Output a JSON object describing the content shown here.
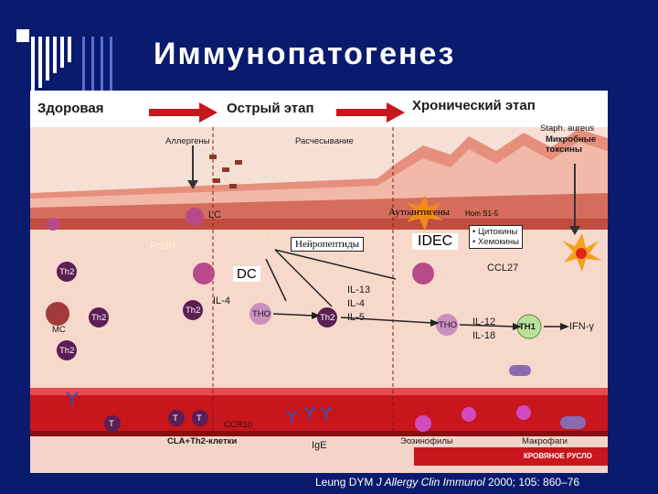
{
  "slide": {
    "title": "Иммунопатогенез",
    "citation_authors": "Leung DYM",
    "citation_journal": "J Allergy Clin Immunol",
    "citation_ref": "2000; 105: 860–76"
  },
  "stages": {
    "healthy": "Здоровая",
    "acute": "Острый этап",
    "chronic": "Хронический этап"
  },
  "labels": {
    "allergens": "Аллергены",
    "scratching": "Расчесывание",
    "staph": "Staph. aureus",
    "microbial_toxins_1": "Микробные",
    "microbial_toxins_2": "токсины",
    "lc": "LC",
    "slp": "SLP",
    "fceri": "FcεRI",
    "autoantigens": "Аутоантигены",
    "hom": "Hom S1-5",
    "neuropeptides": "Нейропептиды",
    "idec": "IDEC",
    "cytokines": "• Цитокины",
    "chemokines": "• Хемокины",
    "ccl27": "CCL27",
    "dc": "DC",
    "th2": "Th2",
    "mc": "MC",
    "il4": "IL-4",
    "tho": "THO",
    "il13_block": "IL-13",
    "il4_block": "IL-4",
    "il5_block": "IL-5",
    "il12": "IL-12",
    "il18": "IL-18",
    "th1": "TH1",
    "ifn": "IFN-γ",
    "t": "T",
    "ccr10": "CCR10",
    "cla_th2": "CLA+Th2-клетки",
    "ige": "IgE",
    "eosinophils": "Эозинофилы",
    "macrophages": "Макрофаги",
    "bloodstream": "КРОВЯНОЕ РУСЛО"
  },
  "colors": {
    "background": "#0a1b6e",
    "title": "#ffffff",
    "epidermis": "#f2b8a8",
    "dermis": "#f7d9cc",
    "vessel": "#c8161d",
    "header_band": "#ffffff",
    "arrow": "#c8161d",
    "th2_cell": "#5b1e55",
    "th1_cell": "#b8e29a"
  }
}
